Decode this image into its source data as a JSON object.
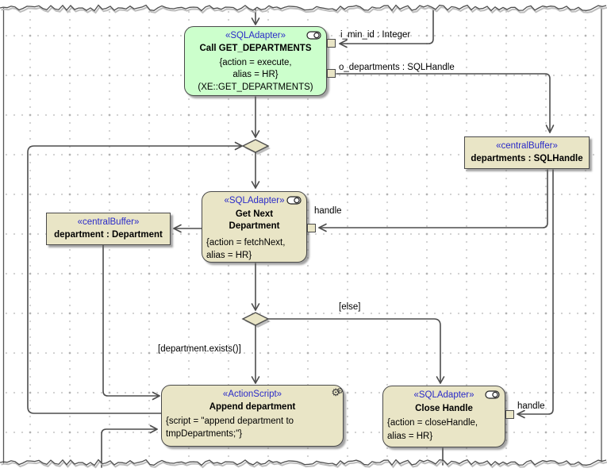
{
  "diagram": {
    "type_label": "uml-activity-diagram",
    "nodes": {
      "call_get_departments": {
        "stereotype": "«SQLAdapter»",
        "name": "Call GET_DEPARTMENTS",
        "tagged_values_line1": "{action = execute,",
        "tagged_values_line2": "alias = HR}",
        "behavior_ref": "(XE::GET_DEPARTMENTS)"
      },
      "departments_buffer": {
        "stereotype": "«centralBuffer»",
        "name": "departments : SQLHandle"
      },
      "get_next_department": {
        "stereotype": "«SQLAdapter»",
        "name_line1": "Get Next",
        "name_line2": "Department",
        "tagged_values_line1": "{action = fetchNext,",
        "tagged_values_line2": "alias = HR}"
      },
      "department_buffer": {
        "stereotype": "«centralBuffer»",
        "name": "department : Department"
      },
      "append_department": {
        "stereotype": "«ActionScript»",
        "name": "Append department",
        "tagged_values_line1": "{script = \"append department to",
        "tagged_values_line2": "tmpDepartments;\"}"
      },
      "close_handle": {
        "stereotype": "«SQLAdapter»",
        "name": "Close Handle",
        "tagged_values_line1": "{action = closeHandle,",
        "tagged_values_line2": "alias = HR}"
      }
    },
    "pin_labels": {
      "i_min_id": "i_min_id : Integer",
      "o_departments": "o_departments : SQLHandle",
      "handle_get_next": "handle",
      "handle_close_handle": "handle"
    },
    "guards": {
      "else_guard": "[else]",
      "exists_guard": "[department.exists()]"
    },
    "colors": {
      "action_fill_green": "#ccffcc",
      "action_fill_tan": "#e9e5c6",
      "stereotype_blue": "#2a2ac8",
      "edge_gray": "#4d4d4d"
    }
  }
}
